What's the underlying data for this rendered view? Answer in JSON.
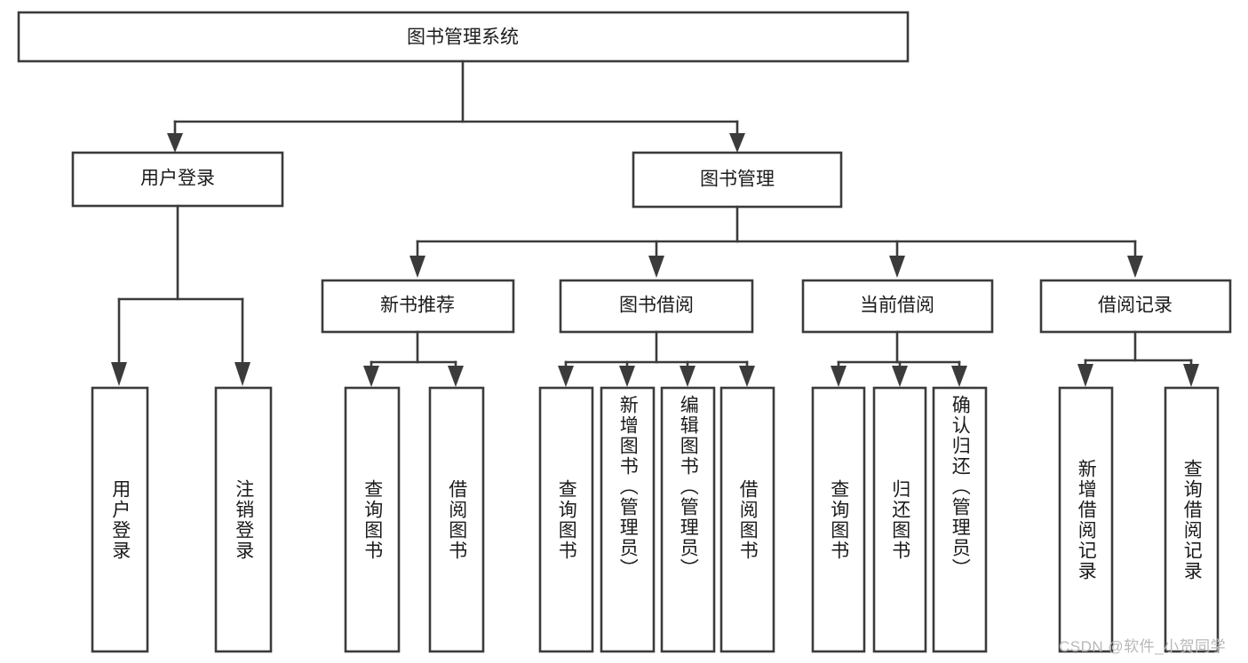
{
  "diagram": {
    "title": "图书管理系统",
    "type": "hierarchy-tree",
    "root": {
      "id": "root",
      "label": "图书管理系统",
      "orientation": "horizontal"
    },
    "level1": [
      {
        "id": "user-login",
        "label": "用户登录",
        "orientation": "horizontal"
      },
      {
        "id": "book-management",
        "label": "图书管理",
        "orientation": "horizontal"
      }
    ],
    "level2": [
      {
        "id": "new-book-recommend",
        "label": "新书推荐",
        "orientation": "horizontal",
        "parent": "book-management"
      },
      {
        "id": "book-borrow",
        "label": "图书借阅",
        "orientation": "horizontal",
        "parent": "book-management"
      },
      {
        "id": "current-borrow",
        "label": "当前借阅",
        "orientation": "horizontal",
        "parent": "book-management"
      },
      {
        "id": "borrow-record",
        "label": "借阅记录",
        "orientation": "horizontal",
        "parent": "book-management"
      }
    ],
    "leaves": [
      {
        "id": "leaf-user-login",
        "label": "用户登录",
        "parent": "user-login"
      },
      {
        "id": "leaf-logout",
        "label": "注销登录",
        "parent": "user-login"
      },
      {
        "id": "leaf-query-book-1",
        "label": "查询图书",
        "parent": "new-book-recommend"
      },
      {
        "id": "leaf-borrow-book-1",
        "label": "借阅图书",
        "parent": "new-book-recommend"
      },
      {
        "id": "leaf-query-book-2",
        "label": "查询图书",
        "parent": "book-borrow"
      },
      {
        "id": "leaf-add-book",
        "label": "新增图书（管理员）",
        "parent": "book-borrow"
      },
      {
        "id": "leaf-edit-book",
        "label": "编辑图书（管理员）",
        "parent": "book-borrow"
      },
      {
        "id": "leaf-borrow-book-2",
        "label": "借阅图书",
        "parent": "book-borrow"
      },
      {
        "id": "leaf-query-book-3",
        "label": "查询图书",
        "parent": "current-borrow"
      },
      {
        "id": "leaf-return-book",
        "label": "归还图书",
        "parent": "current-borrow"
      },
      {
        "id": "leaf-confirm-return",
        "label": "确认归还（管理员）",
        "parent": "current-borrow"
      },
      {
        "id": "leaf-add-record",
        "label": "新增借阅记录",
        "parent": "borrow-record"
      },
      {
        "id": "leaf-query-record",
        "label": "查询借阅记录",
        "parent": "borrow-record"
      }
    ],
    "colors": {
      "stroke": "#3b3b3b",
      "fill": "#ffffff",
      "text": "#1b1b1b",
      "watermark": "#b8b8b8"
    }
  },
  "watermark": {
    "text": "CSDN @软件_小贺同学"
  }
}
